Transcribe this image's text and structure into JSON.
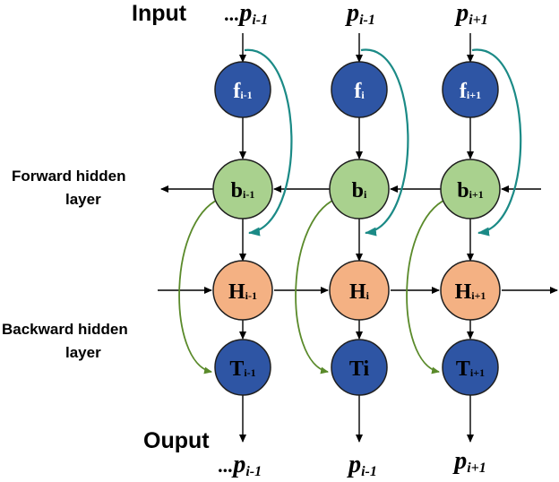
{
  "labels": {
    "input": "Input",
    "output": "Ouput",
    "forward_l1": "Forward hidden",
    "forward_l2": "layer",
    "backward_l1": "Backward hidden",
    "backward_l2": "layer"
  },
  "inputs": [
    {
      "prefix": "...",
      "base": "p",
      "sub": "i-1"
    },
    {
      "prefix": "",
      "base": "p",
      "sub": "i-1"
    },
    {
      "prefix": "",
      "base": "p",
      "sub": "i+1"
    }
  ],
  "outputs": [
    {
      "prefix": "...",
      "base": "p",
      "sub": "i-1"
    },
    {
      "prefix": "",
      "base": "p",
      "sub": "i-1"
    },
    {
      "prefix": "",
      "base": "p",
      "sub": "i+1"
    }
  ],
  "rows": {
    "f": [
      {
        "base": "f",
        "sub": "i-1"
      },
      {
        "base": "f",
        "sub": "i"
      },
      {
        "base": "f",
        "sub": "i+1"
      }
    ],
    "b": [
      {
        "base": "b",
        "sub": "i-1"
      },
      {
        "base": "b",
        "sub": "i"
      },
      {
        "base": "b",
        "sub": "i+1"
      }
    ],
    "H": [
      {
        "base": "H",
        "sub": "i-1"
      },
      {
        "base": "H",
        "sub": "i"
      },
      {
        "base": "H",
        "sub": "i+1"
      }
    ],
    "T": [
      {
        "base": "T",
        "sub": "i-1"
      },
      {
        "base": "Ti",
        "sub": ""
      },
      {
        "base": "T",
        "sub": "i+1"
      }
    ]
  },
  "colors": {
    "f": "#2e55a4",
    "b": "#a9d18e",
    "H": "#f4b183",
    "T": "#2e55a4",
    "stroke": "#1f1f1f",
    "teal": "#1b8a86",
    "green": "#5a8a2a"
  }
}
